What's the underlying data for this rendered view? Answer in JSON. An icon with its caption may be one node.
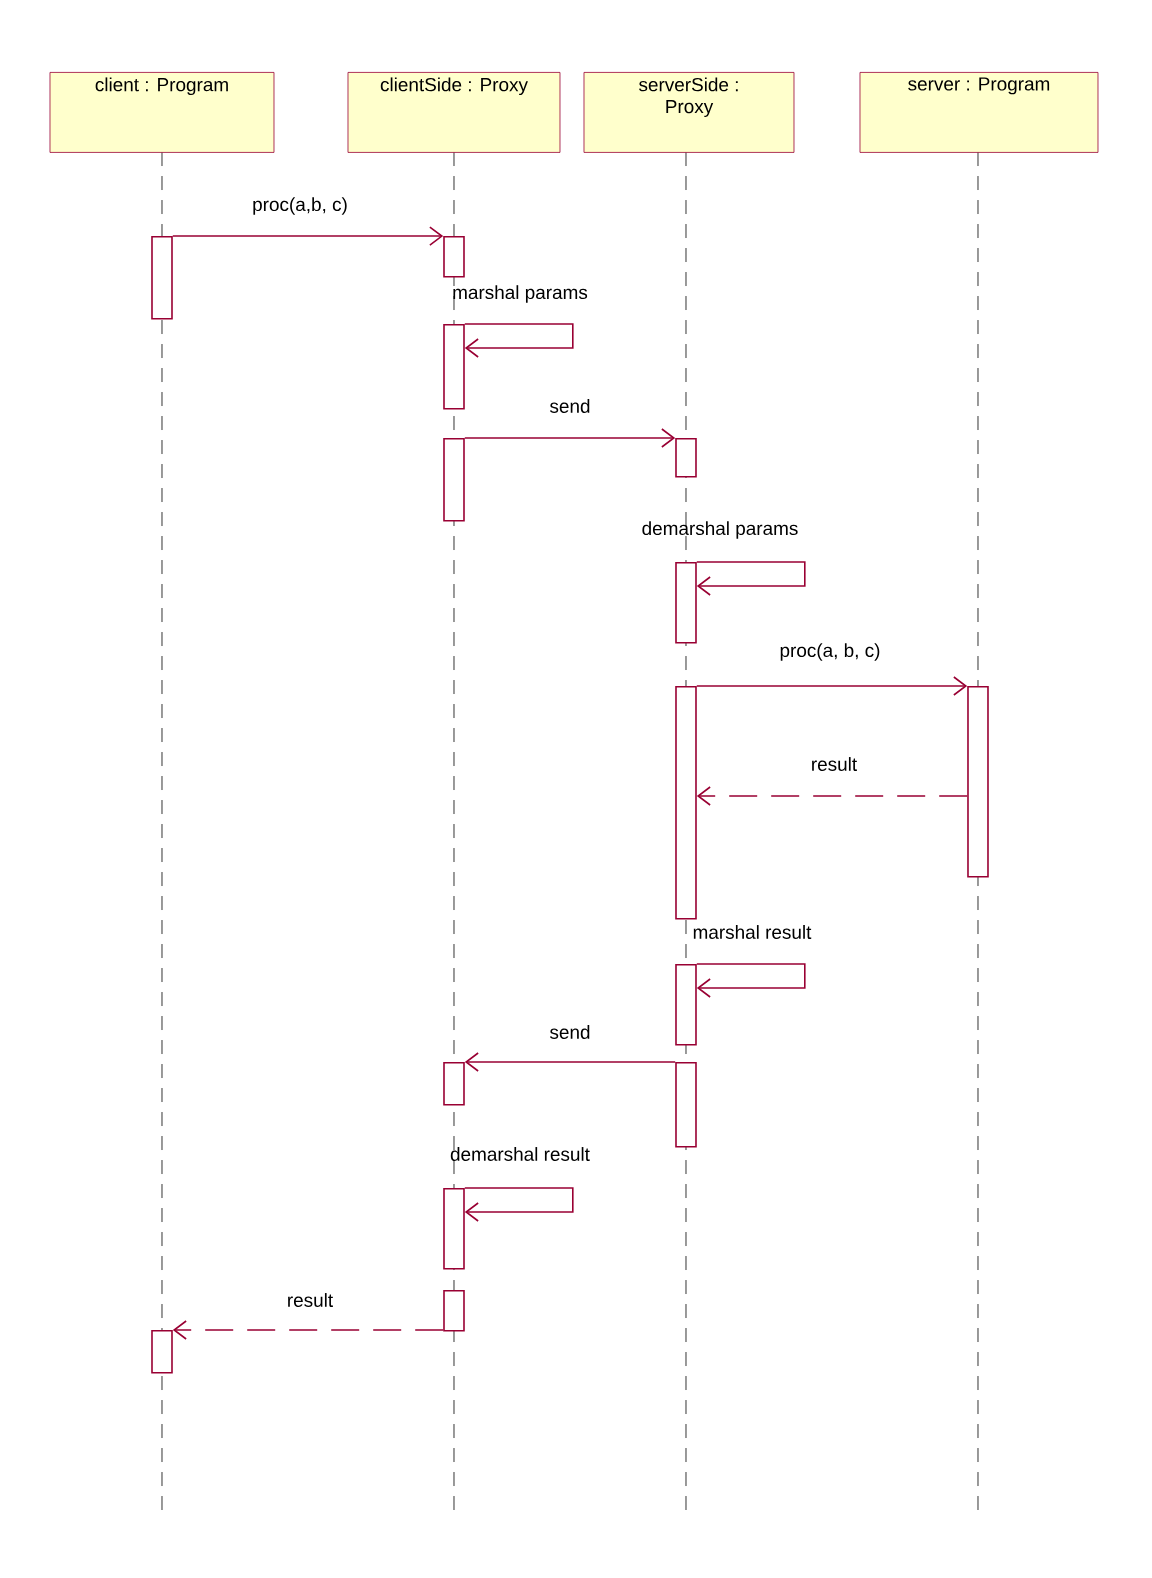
{
  "diagram": {
    "nodes": [
      {
        "text": [
          "client : Program"
        ]
      },
      {
        "text": [
          "clientSide : Proxy"
        ]
      },
      {
        "text": [
          "serverSide : Proxy"
        ]
      },
      {
        "text": [
          "server : Program"
        ]
      },
      {
        "text": [],
        "shape": "bar"
      },
      {
        "text": [],
        "shape": "bar"
      },
      {
        "text": [],
        "shape": "bar"
      },
      {
        "text": [],
        "shape": "bar"
      },
      {
        "text": [],
        "shape": "bar"
      },
      {
        "text": [],
        "shape": "bar"
      },
      {
        "text": [],
        "shape": "bar"
      },
      {
        "text": [],
        "shape": "bar"
      },
      {
        "text": [],
        "shape": "bar"
      },
      {
        "text": [],
        "shape": "bar"
      },
      {
        "text": [],
        "shape": "bar"
      },
      {
        "text": [],
        "shape": "bar"
      },
      {
        "text": [],
        "shape": "bar"
      },
      {
        "text": [],
        "shape": "bar"
      }
    ],
    "edges": [
      {
        "from": 4,
        "to": 5,
        "arrow": "to",
        "label": "proc(a,b, c)"
      },
      {
        "from": 6,
        "to": 6,
        "arrow": "to",
        "label": "marshal params"
      },
      {
        "from": 7,
        "to": 8,
        "arrow": "to",
        "label": "send"
      },
      {
        "from": 9,
        "to": 9,
        "arrow": "to",
        "label": "demarshal params"
      },
      {
        "from": 10,
        "to": 11,
        "arrow": "to",
        "label": "proc(a, b, c)"
      },
      {
        "from": 11,
        "to": 10,
        "arrow": "to",
        "label": "result",
        "style": "dashed"
      },
      {
        "from": 12,
        "to": 12,
        "arrow": "to",
        "label": "marshal result"
      },
      {
        "from": 14,
        "to": 13,
        "arrow": "to",
        "label": "send"
      },
      {
        "from": 15,
        "to": 15,
        "arrow": "to",
        "label": "demarshal result"
      },
      {
        "from": 16,
        "to": 17,
        "arrow": "to",
        "label": "result",
        "style": "dashed"
      }
    ]
  }
}
